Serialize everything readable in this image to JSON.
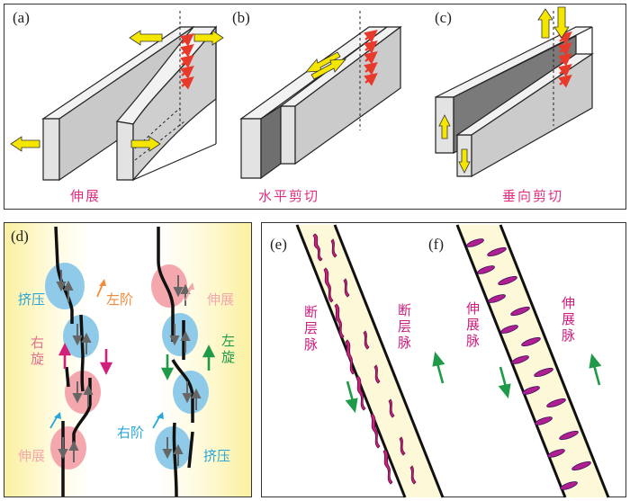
{
  "top": {
    "panels": [
      {
        "label": "(a)",
        "caption": "伸展"
      },
      {
        "label": "(b)",
        "caption": "水平剪切"
      },
      {
        "label": "(c)",
        "caption": "垂向剪切"
      }
    ]
  },
  "bottom": {
    "d": {
      "label": "(d)",
      "left_labels": {
        "compress": "挤压",
        "left_step": "左阶",
        "dextral": "右旋",
        "extension": "伸展"
      },
      "right_labels": {
        "extension": "伸展",
        "sinistral": "左旋",
        "right_step": "右阶",
        "compress": "挤压"
      }
    },
    "e": {
      "label": "(e)",
      "vein_left": "断层脉",
      "vein_right": "断层脉"
    },
    "f": {
      "label": "(f)",
      "vein_left": "伸展脉",
      "vein_right": "伸展脉"
    }
  },
  "colors": {
    "caption": "#e0307f",
    "arrow_yellow": "#f5e600",
    "arrow_red": "#e83a2a",
    "block_light": "#e6e6e6",
    "block_mid": "#c8c8c8",
    "block_dark": "#8a8a8a",
    "yellow_bg": "#fbf2a8",
    "vein_fill": "#fdf9d8",
    "vein_magenta": "#cc1f7f",
    "ellipse_blue": "#8fcbe8",
    "ellipse_pink": "#f4a7ad",
    "arrow_green": "#1f9a48",
    "text_blue": "#2aa7d8",
    "text_orange": "#ef8c3d",
    "text_pink": "#e07090"
  }
}
